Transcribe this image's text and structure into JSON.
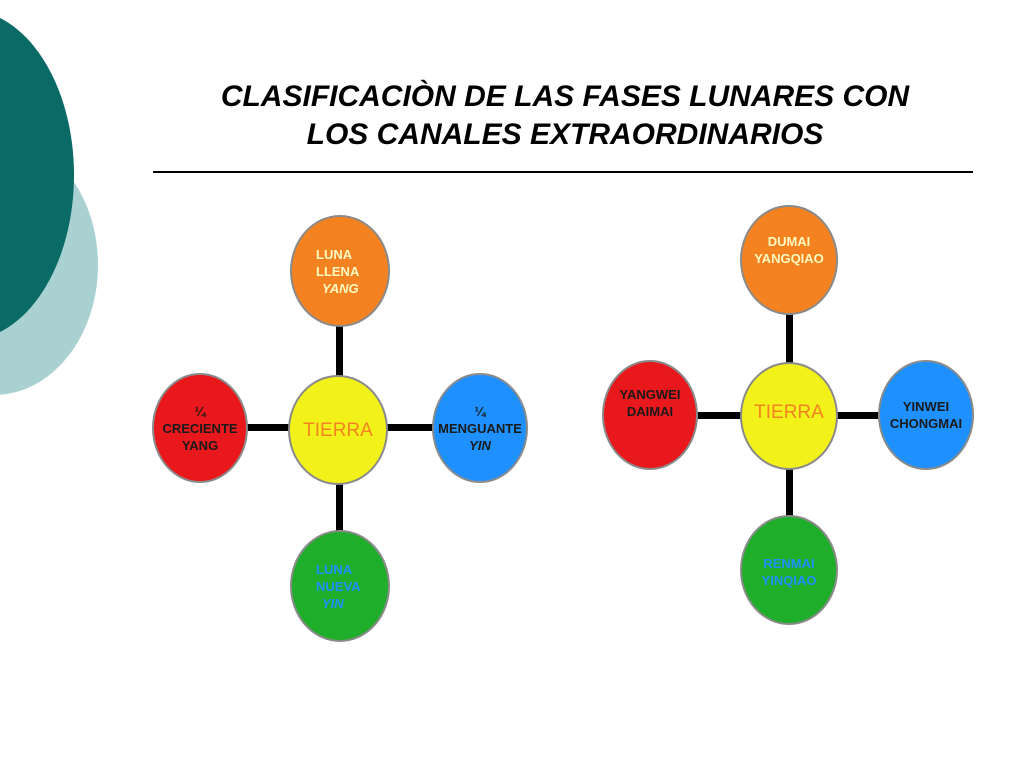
{
  "title": {
    "line1": "CLASIFICACIÒN DE LAS FASES LUNARES CON",
    "line2": "LOS CANALES EXTRAORDINARIOS"
  },
  "colors": {
    "accent_dark": "#0a6a66",
    "accent_light": "#a9d1d1",
    "orange": "#f58220",
    "yellow": "#f2f21a",
    "red": "#e8181c",
    "blue": "#1e90ff",
    "green": "#1fae2a"
  },
  "left_diagram": {
    "center": {
      "label": "TIERRA"
    },
    "top": {
      "line1": "LUNA",
      "line2": "LLENA",
      "line3": "YANG"
    },
    "left": {
      "line1": "¼",
      "line2": "CRECIENTE",
      "line3": "YANG"
    },
    "right": {
      "line1": "¼",
      "line2": "MENGUANTE",
      "line3": "YIN"
    },
    "bottom": {
      "line1": "LUNA",
      "line2": "NUEVA",
      "line3": "YIN"
    }
  },
  "right_diagram": {
    "center": {
      "label": "TIERRA"
    },
    "top": {
      "line1": "DUMAI",
      "line2": "YANGQIAO"
    },
    "left": {
      "line1": "YANGWEI",
      "line2": "DAIMAI"
    },
    "right": {
      "line1": "YINWEI",
      "line2": "CHONGMAI"
    },
    "bottom": {
      "line1": "RENMAI",
      "line2": "YINQIAO"
    }
  }
}
